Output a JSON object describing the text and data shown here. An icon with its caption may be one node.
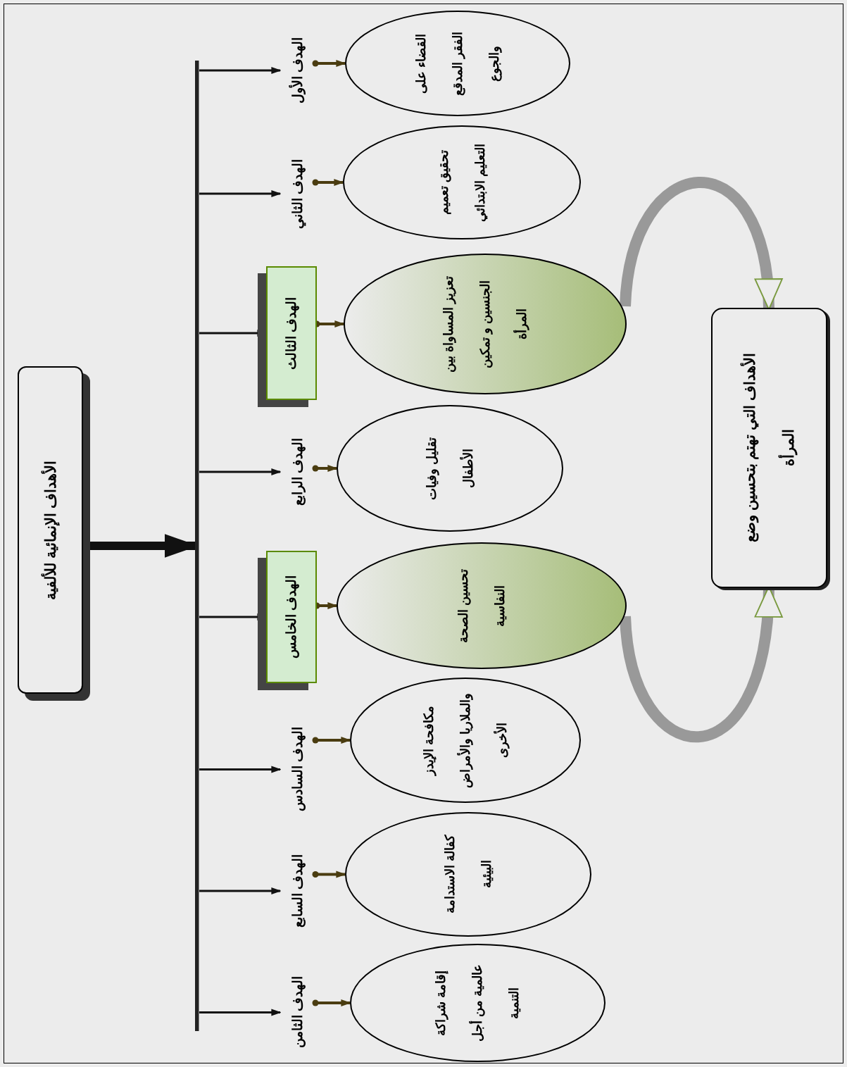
{
  "diagram": {
    "nodes": [
      {
        "text": [
          "الأهداف الإنمائية للألفية"
        ]
      },
      {
        "text": [],
        "shape": "bar"
      },
      {
        "text": [
          "الهدف الأول"
        ]
      },
      {
        "text": [
          "القضاء على الفقر المدقع والجوع"
        ]
      },
      {
        "text": [
          "الهدف الثاني"
        ]
      },
      {
        "text": [
          "تحقيق تعميم التعليم الابتدائي"
        ]
      },
      {
        "text": [
          "الهدف الثالث"
        ]
      },
      {
        "text": [
          "تعزيز المساواة بين الجنسين و تمكين المرأة"
        ]
      },
      {
        "text": [
          "الهدف الرابع"
        ]
      },
      {
        "text": [
          "تقليل وفيات الأطفال"
        ]
      },
      {
        "text": [
          "الهدف الخامس"
        ]
      },
      {
        "text": [
          "تحسين الصحة النفاسية"
        ]
      },
      {
        "text": [
          "الهدف السادس"
        ]
      },
      {
        "text": [
          "مكافحة الإيدز والملاريا والأمراض الأخرى"
        ]
      },
      {
        "text": [
          "الهدف السابع"
        ]
      },
      {
        "text": [
          "كفالة الاستدامة البيئية"
        ]
      },
      {
        "text": [
          "الهدف الثامن"
        ]
      },
      {
        "text": [
          "إقامة شراكة عالمية من أجل التنمية"
        ]
      },
      {
        "text": [
          "الأهداف التي تهتم بتحسين وضع المرأة"
        ]
      }
    ],
    "edges": [
      {
        "from": 0,
        "to": 1,
        "arrow": "to",
        "style": "thick"
      },
      {
        "from": 1,
        "to": 2,
        "arrow": "to"
      },
      {
        "from": 1,
        "to": 4,
        "arrow": "to"
      },
      {
        "from": 1,
        "to": 6,
        "arrow": "to"
      },
      {
        "from": 1,
        "to": 8,
        "arrow": "to"
      },
      {
        "from": 1,
        "to": 10,
        "arrow": "to"
      },
      {
        "from": 1,
        "to": 12,
        "arrow": "to"
      },
      {
        "from": 1,
        "to": 14,
        "arrow": "to"
      },
      {
        "from": 1,
        "to": 16,
        "arrow": "to"
      },
      {
        "from": 2,
        "to": 3,
        "arrow": "to",
        "color": "#4a3c10"
      },
      {
        "from": 4,
        "to": 5,
        "arrow": "to",
        "color": "#4a3c10"
      },
      {
        "from": 6,
        "to": 7,
        "arrow": "to",
        "color": "#4a3c10"
      },
      {
        "from": 8,
        "to": 9,
        "arrow": "to",
        "color": "#4a3c10"
      },
      {
        "from": 10,
        "to": 11,
        "arrow": "to",
        "color": "#4a3c10"
      },
      {
        "from": 12,
        "to": 13,
        "arrow": "to",
        "color": "#4a3c10"
      },
      {
        "from": 14,
        "to": 15,
        "arrow": "to",
        "color": "#4a3c10"
      },
      {
        "from": 16,
        "to": 17,
        "arrow": "to",
        "color": "#4a3c10"
      },
      {
        "from": 7,
        "to": 18,
        "arrow": "to",
        "style": "thick",
        "color": "#999999"
      },
      {
        "from": 11,
        "to": 18,
        "arrow": "to",
        "style": "thick",
        "color": "#999999"
      }
    ]
  }
}
